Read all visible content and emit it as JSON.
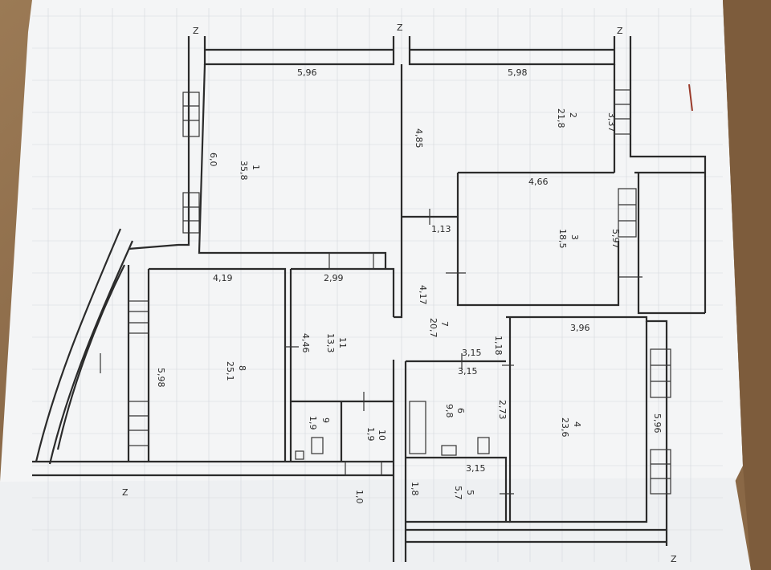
{
  "rooms": [
    {
      "number": "1",
      "area": "35,8"
    },
    {
      "number": "2",
      "area": "21,8"
    },
    {
      "number": "3",
      "area": "18,5"
    },
    {
      "number": "4",
      "area": "23,6"
    },
    {
      "number": "5",
      "area": "5,7"
    },
    {
      "number": "6",
      "area": "9,8"
    },
    {
      "number": "7",
      "area": "20,7"
    },
    {
      "number": "8",
      "area": "25,1"
    },
    {
      "number": "9",
      "area": "1,9"
    },
    {
      "number": "10",
      "area": "1,9"
    },
    {
      "number": "11",
      "area": "13,3"
    }
  ],
  "dimensions": {
    "d1": "5,96",
    "d2": "5,98",
    "d3": "6,0",
    "d4": "4,85",
    "d5": "3,37",
    "d6": "4,66",
    "d7": "1,13",
    "d8": "5,97",
    "d9": "2,99",
    "d10": "4,19",
    "d11": "4,17",
    "d12": "4,46",
    "d13": "5,98",
    "d14": "3,15",
    "d15": "3,15",
    "d16": "1,18",
    "d17": "3,96",
    "d18": "2,73",
    "d19": "5,96",
    "d20": "3,15",
    "d21": "1,8",
    "d22": "1,0"
  },
  "axis_marks": {
    "m1": "Z",
    "m2": "Z",
    "m3": "Z",
    "m4": "Z",
    "m5": "Z"
  }
}
